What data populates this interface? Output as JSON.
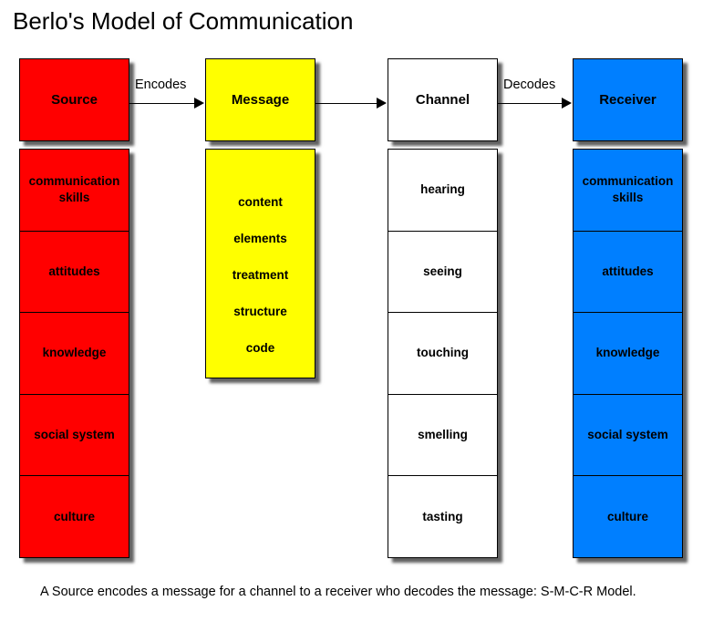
{
  "title": "Berlo's Model of Communication",
  "columns": [
    {
      "id": "source",
      "header": "Source",
      "color": "#ff0000",
      "items": [
        "communication skills",
        "attitudes",
        "knowledge",
        "social system",
        "culture"
      ]
    },
    {
      "id": "message",
      "header": "Message",
      "color": "#ffff00",
      "items": [
        "content",
        "elements",
        "treatment",
        "structure",
        "code"
      ]
    },
    {
      "id": "channel",
      "header": "Channel",
      "color": "#ffffff",
      "items": [
        "hearing",
        "seeing",
        "touching",
        "smelling",
        "tasting"
      ]
    },
    {
      "id": "receiver",
      "header": "Receiver",
      "color": "#007fff",
      "items": [
        "communication skills",
        "attitudes",
        "knowledge",
        "social system",
        "culture"
      ]
    }
  ],
  "arrows": [
    {
      "id": "encodes",
      "label": "Encodes",
      "from": "source",
      "to": "message"
    },
    {
      "id": "transmits",
      "label": "",
      "from": "message",
      "to": "channel"
    },
    {
      "id": "decodes",
      "label": "Decodes",
      "from": "channel",
      "to": "receiver"
    }
  ],
  "caption": "A Source encodes a message for a channel to a receiver who decodes the message: S-M-C-R Model.",
  "palette": {
    "source": "#ff0000",
    "message": "#ffff00",
    "channel": "#ffffff",
    "receiver": "#007fff",
    "outline": "#000000",
    "background": "#ffffff"
  }
}
